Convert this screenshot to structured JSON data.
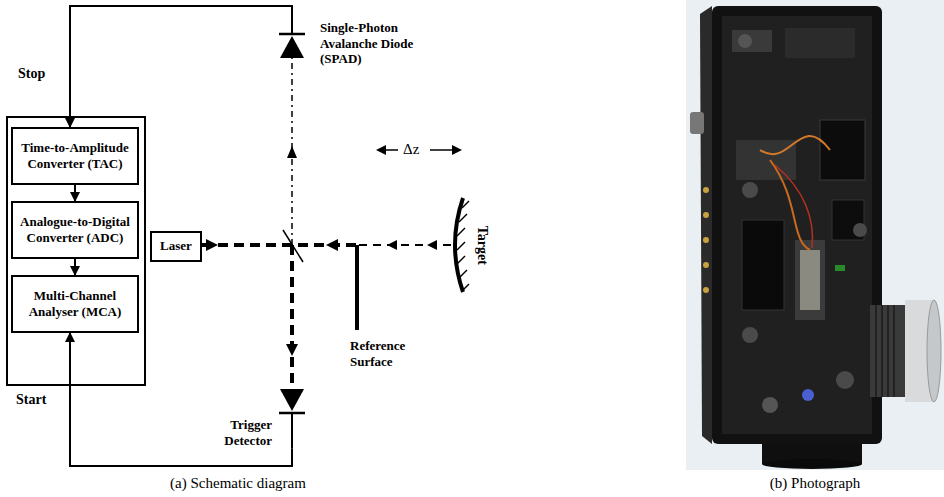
{
  "diagram": {
    "nodes": [
      {
        "text": [
          "Time-to-Amplitude Converter (TAC)"
        ]
      },
      {
        "text": [
          "Analogue-to-Digital Converter (ADC)"
        ]
      },
      {
        "text": [
          "Multi-Channel Analyser (MCA)"
        ]
      },
      {
        "text": [
          "Laser"
        ]
      },
      {
        "text": [
          "Single-Photon Avalanche Diode (SPAD)"
        ]
      },
      {
        "text": [
          "Trigger Detector"
        ]
      }
    ],
    "edges": [
      {
        "from": 4,
        "to": 0,
        "arrow": "to",
        "label": "Stop"
      },
      {
        "from": 0,
        "to": 1,
        "arrow": "to"
      },
      {
        "from": 1,
        "to": 2,
        "arrow": "to"
      },
      {
        "from": 5,
        "to": 2,
        "arrow": "to",
        "label": "Start"
      }
    ],
    "labels": [
      "Δz",
      "Target",
      "Reference Surface",
      "(a) Schematic diagram",
      "(b) Photograph"
    ]
  }
}
